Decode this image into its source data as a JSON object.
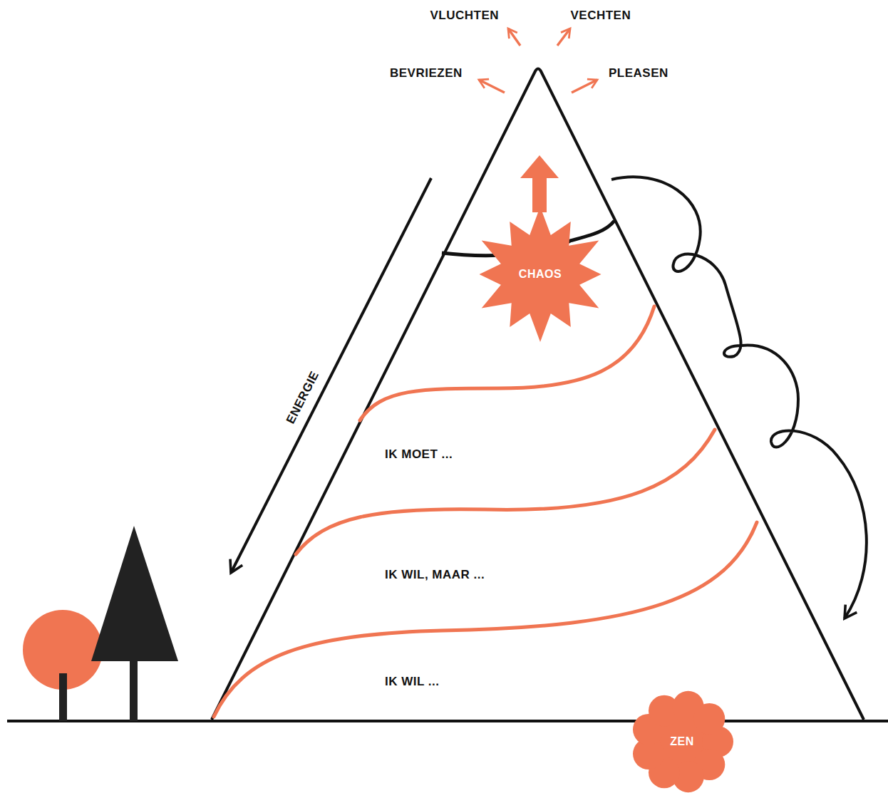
{
  "diagram": {
    "nodes": [
      {
        "text": [
          "CHAOS"
        ]
      },
      {
        "text": [
          "ZEN"
        ]
      }
    ],
    "labels": [
      "VLUCHTEN",
      "VECHTEN",
      "BEVRIEZEN",
      "PLEASEN",
      "ENERGIE",
      "IK MOET ...",
      "IK WIL, MAAR ...",
      "IK WIL ..."
    ]
  }
}
